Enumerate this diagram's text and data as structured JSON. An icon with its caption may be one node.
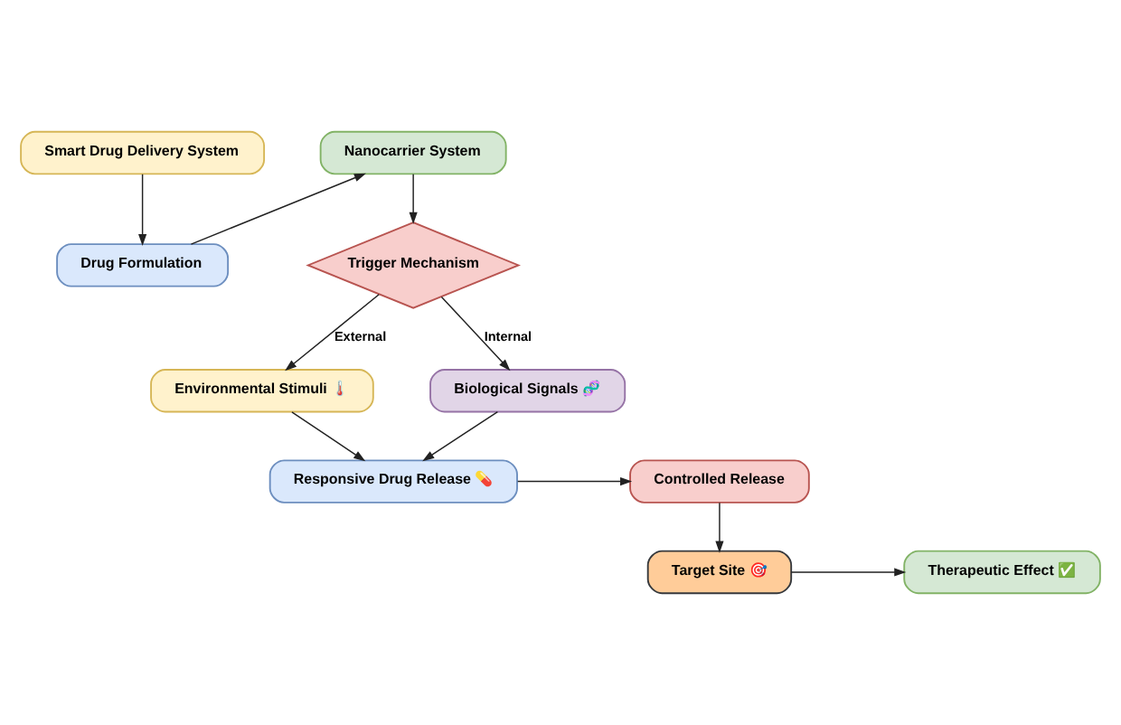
{
  "diagram": {
    "nodes": [
      {
        "text": [
          "Smart Drug Delivery System"
        ]
      },
      {
        "text": [
          "Drug Formulation"
        ]
      },
      {
        "text": [
          "Nanocarrier System"
        ]
      },
      {
        "text": [
          "Trigger Mechanism"
        ]
      },
      {
        "text": [
          "Environmental Stimuli 🌡️"
        ]
      },
      {
        "text": [
          "Biological Signals 🧬"
        ]
      },
      {
        "text": [
          "Responsive Drug Release 💊"
        ]
      },
      {
        "text": [
          "Controlled Release"
        ]
      },
      {
        "text": [
          "Target Site 🎯"
        ]
      },
      {
        "text": [
          "Therapeutic Effect ✅"
        ]
      }
    ],
    "edges": [
      {
        "from": 0,
        "to": 1,
        "arrow": "to"
      },
      {
        "from": 1,
        "to": 2,
        "arrow": "to"
      },
      {
        "from": 2,
        "to": 3,
        "arrow": "to"
      },
      {
        "from": 3,
        "to": 4,
        "arrow": "to",
        "label": "External"
      },
      {
        "from": 3,
        "to": 5,
        "arrow": "to",
        "label": "Internal"
      },
      {
        "from": 4,
        "to": 6,
        "arrow": "to"
      },
      {
        "from": 5,
        "to": 6,
        "arrow": "to"
      },
      {
        "from": 6,
        "to": 7,
        "arrow": "to"
      },
      {
        "from": 7,
        "to": 8,
        "arrow": "to"
      },
      {
        "from": 8,
        "to": 9,
        "arrow": "to"
      }
    ]
  }
}
